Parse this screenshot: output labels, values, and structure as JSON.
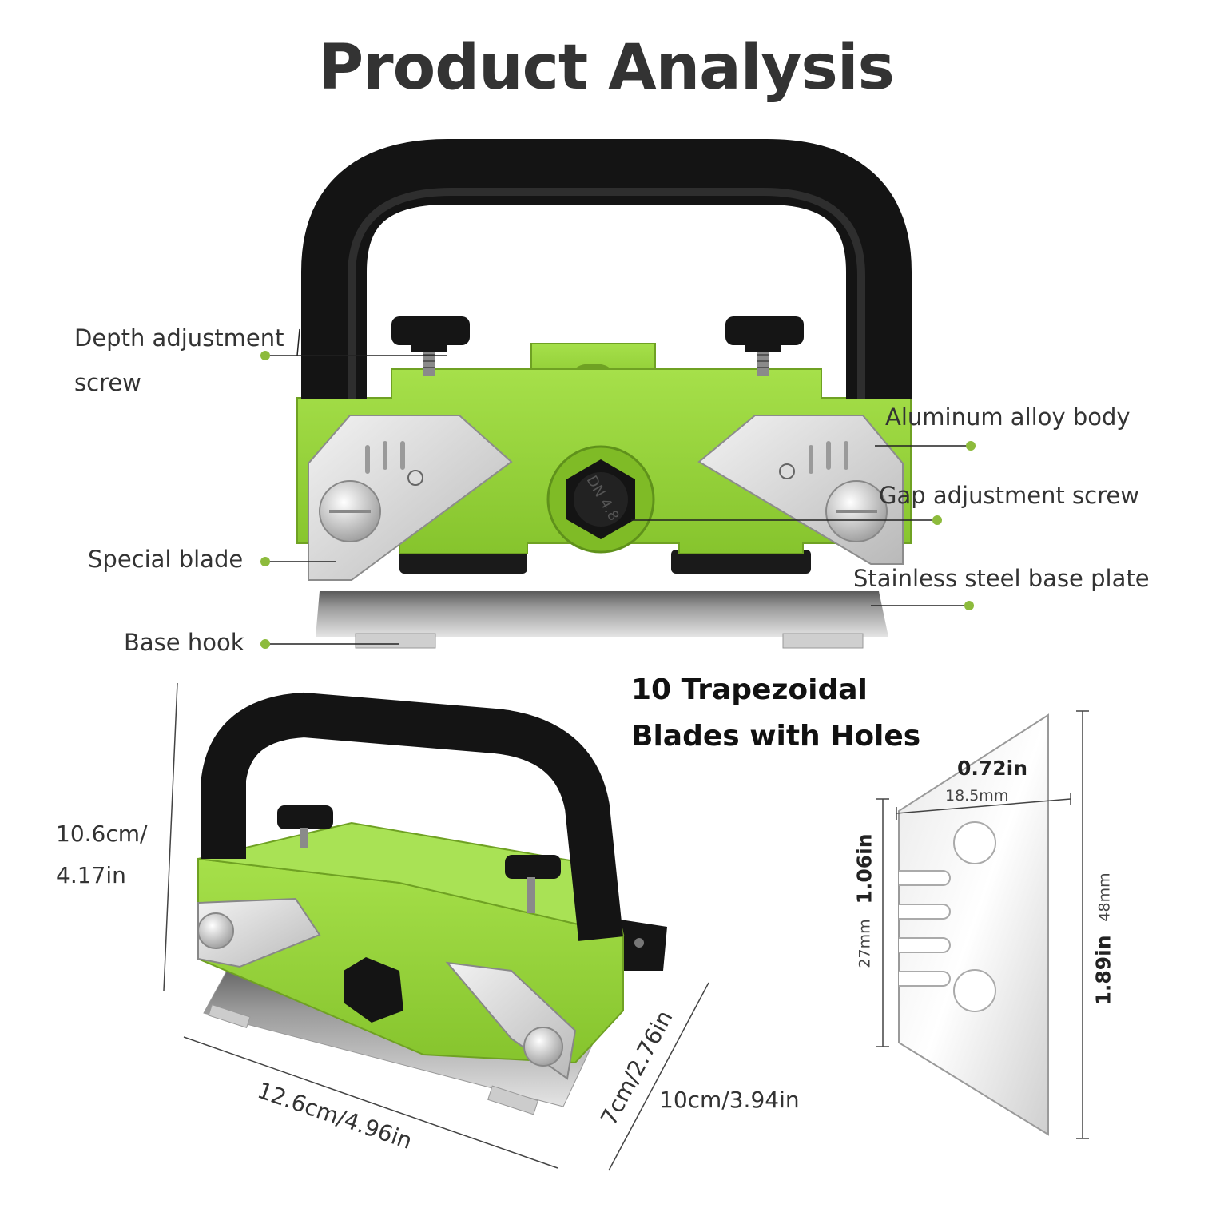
{
  "title": "Product Analysis",
  "callouts": {
    "depth_adjustment_screw": [
      "Depth adjustment",
      "screw"
    ],
    "aluminum_alloy_body": "Aluminum alloy body",
    "gap_adjustment_screw": "Gap adjustment screw",
    "special_blade": "Special blade",
    "stainless_steel_base_plate": "Stainless steel base plate",
    "base_hook": "Base hook"
  },
  "blades_heading": [
    "10 Trapezoidal",
    "Blades with Holes"
  ],
  "tool_dimensions": {
    "height": [
      "10.6cm/",
      "4.17in"
    ],
    "length": "12.6cm/4.96in",
    "depth": "7cm/2.76in",
    "width": "10cm/3.94in"
  },
  "blade_dimensions": {
    "top_width_in": "0.72in",
    "top_width_mm": "18.5mm",
    "inner_height_in": "1.06in",
    "inner_height_mm": "27mm",
    "total_height_in": "1.89in",
    "total_height_mm": "48mm"
  },
  "product_text": "DN 4.8",
  "colors": {
    "body_green": "#95d43a",
    "handle_black": "#141414",
    "callout_dot": "#8dbb3c",
    "steel": "#c9c9c9"
  }
}
